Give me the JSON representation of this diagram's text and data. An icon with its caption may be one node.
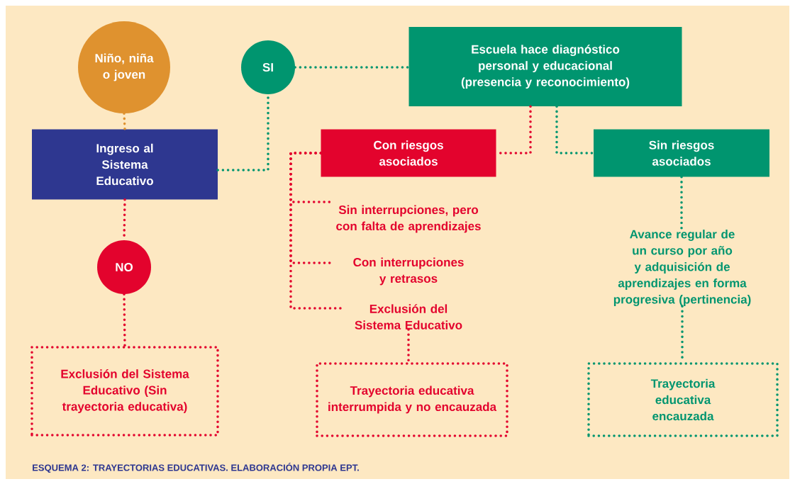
{
  "diagram": {
    "caption": "ESQUEMA 2: TRAYECTORIAS EDUCATIVAS. ELABORACIÓN PROPIA EPT.",
    "nodes": [
      {
        "text": [
          "Niño, niña o joven"
        ]
      },
      {
        "text": [
          "Ingreso al Sistema Educativo"
        ]
      },
      {
        "text": [
          "SI"
        ]
      },
      {
        "text": [
          "Escuela hace diagnóstico personal y educacional (presencia y reconocimiento)"
        ]
      },
      {
        "text": [
          "Con riesgos asociados"
        ]
      },
      {
        "text": [
          "Sin riesgos asociados"
        ]
      },
      {
        "text": [
          "Sin interrupciones, pero con falta de aprendizajes"
        ]
      },
      {
        "text": [
          "Con interrupciones y retrasos"
        ]
      },
      {
        "text": [
          "Exclusión del Sistema Educativo"
        ]
      },
      {
        "text": [
          "Avance regular de un curso por año y adquisición de aprendizajes en forma progresiva (pertinencia)"
        ]
      },
      {
        "text": [
          "NO"
        ]
      },
      {
        "text": [
          "Exclusión del Sistema Educativo (Sin trayectoria educativa)"
        ]
      },
      {
        "text": [
          "Trayectoria educativa interrumpida y no encauzada"
        ]
      },
      {
        "text": [
          "Trayectoria educativa encauzada"
        ]
      }
    ],
    "edges": [
      {
        "from": 0,
        "to": 1,
        "arrow": "none",
        "color": "#df922f"
      },
      {
        "from": 1,
        "to": 2,
        "arrow": "none",
        "color": "#00956f"
      },
      {
        "from": 2,
        "to": 3,
        "arrow": "none",
        "color": "#00956f"
      },
      {
        "from": 3,
        "to": 4,
        "arrow": "none",
        "color": "#e3032d"
      },
      {
        "from": 3,
        "to": 5,
        "arrow": "none",
        "color": "#00956f"
      },
      {
        "from": 4,
        "to": 6,
        "arrow": "none",
        "color": "#e3032d"
      },
      {
        "from": 4,
        "to": 7,
        "arrow": "none",
        "color": "#e3032d"
      },
      {
        "from": 4,
        "to": 8,
        "arrow": "none",
        "color": "#e3032d"
      },
      {
        "from": 5,
        "to": 9,
        "arrow": "none",
        "color": "#00956f"
      },
      {
        "from": 9,
        "to": 13,
        "arrow": "none",
        "color": "#00956f"
      },
      {
        "from": 1,
        "to": 10,
        "arrow": "none",
        "color": "#e3032d"
      },
      {
        "from": 10,
        "to": 11,
        "arrow": "none",
        "color": "#e3032d"
      },
      {
        "from": 8,
        "to": 12,
        "arrow": "none",
        "color": "#e3032d"
      }
    ]
  }
}
